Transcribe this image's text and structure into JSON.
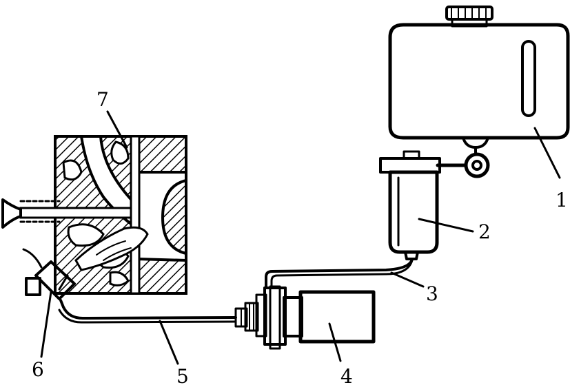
{
  "labels": {
    "tank": "1",
    "filter": "2",
    "line_to_pump": "3",
    "pump": "4",
    "line_to_injector": "5",
    "injector": "6",
    "engine_head": "7"
  }
}
